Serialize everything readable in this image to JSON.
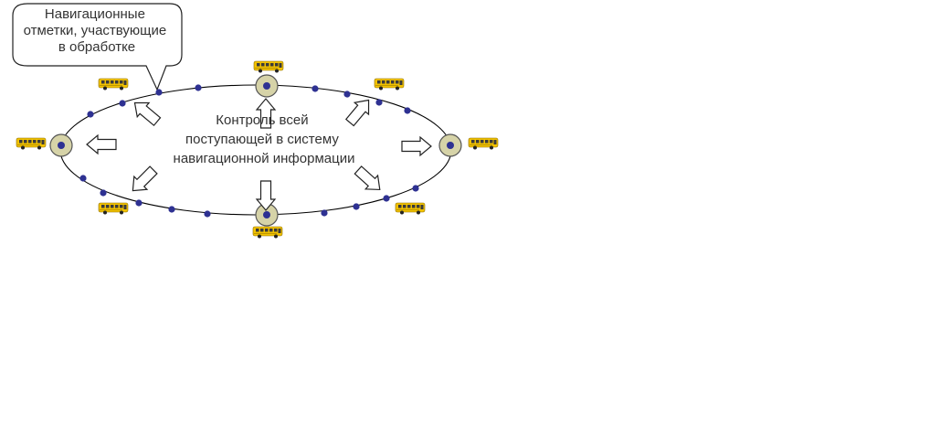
{
  "callout": {
    "lines": [
      "Навигационные",
      "отметки, участвующие",
      "в обработке"
    ]
  },
  "center_label": {
    "lines": [
      "Контроль всей",
      "поступающей в систему",
      "навигационной информации"
    ]
  },
  "colors": {
    "line": "#000000",
    "point": "#2e3192",
    "station_fill": "#d6d3a8",
    "station_stroke": "#555555",
    "bus_body": "#f2c200",
    "bus_window": "#3a3a3a",
    "arrow_fill": "#ffffff",
    "text": "#333333"
  },
  "icons": {
    "vehicle": "bus-icon",
    "station": "station-node-icon",
    "point": "navigation-point-icon",
    "arrow": "block-arrow-icon"
  }
}
